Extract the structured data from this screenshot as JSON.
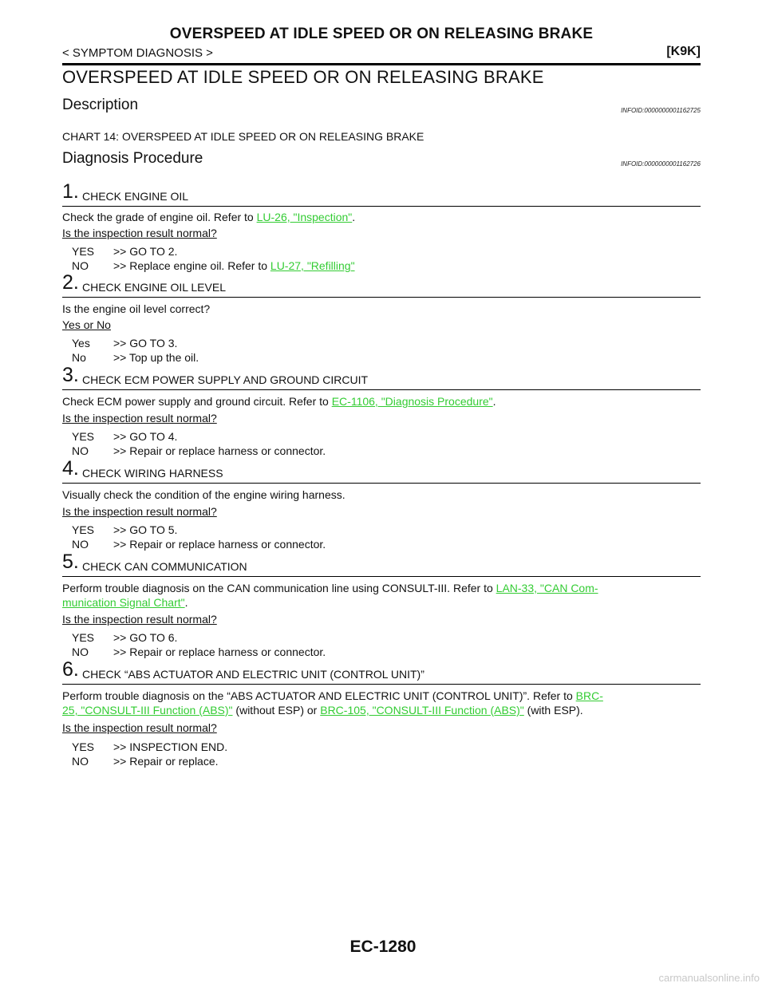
{
  "header": {
    "title": "OVERSPEED AT IDLE SPEED OR ON RELEASING BRAKE",
    "breadcrumb": "< SYMPTOM DIAGNOSIS >",
    "model": "[K9K]"
  },
  "main_title": "OVERSPEED AT IDLE SPEED OR ON RELEASING BRAKE",
  "description": {
    "title": "Description",
    "infoid": "INFOID:0000000001162725",
    "text": "CHART 14: OVERSPEED AT IDLE SPEED OR ON RELEASING BRAKE"
  },
  "procedure": {
    "title": "Diagnosis Procedure",
    "infoid": "INFOID:0000000001162726"
  },
  "steps": [
    {
      "num": "1.",
      "title": "CHECK ENGINE OIL",
      "text": "Check the grade of engine oil. Refer to ",
      "link": "LU-26, \"Inspection\"",
      "text_after": ".",
      "question": "Is the inspection result normal?",
      "yes_key": "YES",
      "yes": ">> GO TO 2.",
      "no_key": "NO",
      "no": ">> Replace engine oil. Refer to ",
      "no_link": "LU-27, \"Refilling\""
    },
    {
      "num": "2.",
      "title": "CHECK ENGINE OIL LEVEL",
      "text": "Is the engine oil level correct?",
      "question": "Yes or No",
      "yes_key": "Yes",
      "yes": ">> GO TO 3.",
      "no_key": "No",
      "no": ">> Top up the oil."
    },
    {
      "num": "3.",
      "title": "CHECK ECM POWER SUPPLY AND GROUND CIRCUIT",
      "text": "Check ECM power supply and ground circuit. Refer to ",
      "link": "EC-1106, \"Diagnosis Procedure\"",
      "text_after": ".",
      "question": "Is the inspection result normal?",
      "yes_key": "YES",
      "yes": ">> GO TO 4.",
      "no_key": "NO",
      "no": ">> Repair or replace harness or connector."
    },
    {
      "num": "4.",
      "title": "CHECK WIRING HARNESS",
      "text": "Visually check the condition of the engine wiring harness.",
      "question": "Is the inspection result normal?",
      "yes_key": "YES",
      "yes": ">> GO TO 5.",
      "no_key": "NO",
      "no": ">> Repair or replace harness or connector."
    },
    {
      "num": "5.",
      "title": "CHECK CAN COMMUNICATION",
      "text": "Perform trouble diagnosis on the CAN communication line using CONSULT-III. Refer to ",
      "link1": "LAN-33, \"CAN Com-",
      "link2": "munication Signal Chart\"",
      "text_after": ".",
      "question": "Is the inspection result normal?",
      "yes_key": "YES",
      "yes": ">> GO TO 6.",
      "no_key": "NO",
      "no": ">> Repair or replace harness or connector."
    },
    {
      "num": "6.",
      "title": "CHECK “ABS ACTUATOR AND ELECTRIC UNIT (CONTROL UNIT)”",
      "text": "Perform trouble diagnosis on the “ABS ACTUATOR AND ELECTRIC UNIT (CONTROL UNIT)”. Refer to ",
      "link1": "BRC-",
      "link2": "25, \"CONSULT-III Function (ABS)\"",
      "text_mid": " (without ESP) or ",
      "link3": "BRC-105, \"CONSULT-III Function (ABS)\"",
      "text_after": " (with ESP).",
      "question": "Is the inspection result normal?",
      "yes_key": "YES",
      "yes": ">> INSPECTION END.",
      "no_key": "NO",
      "no": ">> Repair or replace."
    }
  ],
  "footer": {
    "page_number": "EC-1280"
  },
  "watermark": "carmanualsonline.info"
}
